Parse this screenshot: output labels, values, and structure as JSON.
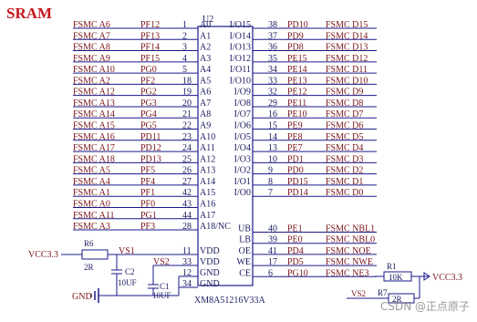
{
  "title": "SRAM",
  "chip": {
    "ref": "U2",
    "part": "XM8A51216V33A"
  },
  "colors": {
    "net": "#7a1418",
    "pin": "#1a1a60",
    "wire": "#1a1a8c",
    "title": "#c4161c"
  },
  "left_pins": [
    {
      "net": "FSMC_A6",
      "mcu": "PF12",
      "num": "1",
      "name": "A0"
    },
    {
      "net": "FSMC_A7",
      "mcu": "PF13",
      "num": "2",
      "name": "A1"
    },
    {
      "net": "FSMC_A8",
      "mcu": "PF14",
      "num": "3",
      "name": "A2"
    },
    {
      "net": "FSMC_A9",
      "mcu": "PF15",
      "num": "4",
      "name": "A3"
    },
    {
      "net": "FSMC_A10",
      "mcu": "PG0",
      "num": "5",
      "name": "A4"
    },
    {
      "net": "FSMC_A2",
      "mcu": "PF2",
      "num": "18",
      "name": "A5"
    },
    {
      "net": "FSMC_A12",
      "mcu": "PG2",
      "num": "19",
      "name": "A6"
    },
    {
      "net": "FSMC_A13",
      "mcu": "PG3",
      "num": "20",
      "name": "A7"
    },
    {
      "net": "FSMC_A14",
      "mcu": "PG4",
      "num": "21",
      "name": "A8"
    },
    {
      "net": "FSMC_A15",
      "mcu": "PG5",
      "num": "22",
      "name": "A9"
    },
    {
      "net": "FSMC_A16",
      "mcu": "PD11",
      "num": "23",
      "name": "A10"
    },
    {
      "net": "FSMC_A17",
      "mcu": "PD12",
      "num": "24",
      "name": "A11"
    },
    {
      "net": "FSMC_A18",
      "mcu": "PD13",
      "num": "25",
      "name": "A12"
    },
    {
      "net": "FSMC_A5",
      "mcu": "PF5",
      "num": "26",
      "name": "A13"
    },
    {
      "net": "FSMC_A4",
      "mcu": "PF4",
      "num": "27",
      "name": "A14"
    },
    {
      "net": "FSMC_A1",
      "mcu": "PF1",
      "num": "42",
      "name": "A15"
    },
    {
      "net": "FSMC_A0",
      "mcu": "PF0",
      "num": "43",
      "name": "A16"
    },
    {
      "net": "FSMC_A11",
      "mcu": "PG1",
      "num": "44",
      "name": "A17"
    },
    {
      "net": "FSMC_A3",
      "mcu": "PF3",
      "num": "28",
      "name": "A18/NC"
    }
  ],
  "right_pins": [
    {
      "name": "I/O15",
      "num": "38",
      "mcu": "PD10",
      "net": "FSMC_D15"
    },
    {
      "name": "I/O14",
      "num": "37",
      "mcu": "PD9",
      "net": "FSMC_D14"
    },
    {
      "name": "I/O13",
      "num": "36",
      "mcu": "PD8",
      "net": "FSMC_D13"
    },
    {
      "name": "I/O12",
      "num": "35",
      "mcu": "PE15",
      "net": "FSMC_D12"
    },
    {
      "name": "I/O11",
      "num": "34",
      "mcu": "PE14",
      "net": "FSMC_D11"
    },
    {
      "name": "I/O10",
      "num": "33",
      "mcu": "PE13",
      "net": "FSMC_D10"
    },
    {
      "name": "I/O9",
      "num": "32",
      "mcu": "PE12",
      "net": "FSMC_D9"
    },
    {
      "name": "I/O8",
      "num": "29",
      "mcu": "PE11",
      "net": "FSMC_D8"
    },
    {
      "name": "I/O7",
      "num": "16",
      "mcu": "PE10",
      "net": "FSMC_D7"
    },
    {
      "name": "I/O6",
      "num": "15",
      "mcu": "PE9",
      "net": "FSMC_D6"
    },
    {
      "name": "I/O5",
      "num": "14",
      "mcu": "PE8",
      "net": "FSMC_D5"
    },
    {
      "name": "I/O4",
      "num": "13",
      "mcu": "PE7",
      "net": "FSMC_D4"
    },
    {
      "name": "I/O3",
      "num": "10",
      "mcu": "PD1",
      "net": "FSMC_D3"
    },
    {
      "name": "I/O2",
      "num": "9",
      "mcu": "PD0",
      "net": "FSMC_D2"
    },
    {
      "name": "I/O1",
      "num": "8",
      "mcu": "PD15",
      "net": "FSMC_D1"
    },
    {
      "name": "I/O0",
      "num": "7",
      "mcu": "PD14",
      "net": "FSMC_D0"
    }
  ],
  "ctrl_pins": [
    {
      "name": "UB",
      "num": "40",
      "mcu": "PE1",
      "net": "FSMC_NBL1"
    },
    {
      "name": "LB",
      "num": "39",
      "mcu": "PE0",
      "net": "FSMC_NBL0"
    },
    {
      "name": "OE",
      "num": "41",
      "mcu": "PD4",
      "net": "FSMC_NOE"
    },
    {
      "name": "WE",
      "num": "17",
      "mcu": "PD5",
      "net": "FSMC_NWE"
    },
    {
      "name": "CE",
      "num": "6",
      "mcu": "PG10",
      "net": "FSMC_NE3"
    }
  ],
  "power_pins": [
    {
      "name": "VDD",
      "num": "11",
      "net": "VS1"
    },
    {
      "name": "VDD",
      "num": "33",
      "net": "VS2"
    },
    {
      "name": "GND",
      "num": "12",
      "net": ""
    },
    {
      "name": "GND",
      "num": "34",
      "net": ""
    }
  ],
  "passives": {
    "vcc_left": "VCC3.3",
    "vcc_right": "VCC3.3",
    "gnd": "GND",
    "r6": {
      "ref": "R6",
      "value": "2R"
    },
    "c2": {
      "ref": "C2",
      "value": "10UF"
    },
    "c1": {
      "ref": "C1",
      "value": "10UF"
    },
    "r1": {
      "ref": "R1",
      "value": "10K"
    },
    "r7": {
      "ref": "R7",
      "value": "2R"
    },
    "vs2_bottom": "VS2"
  },
  "watermark": "CSDN @正点原子"
}
